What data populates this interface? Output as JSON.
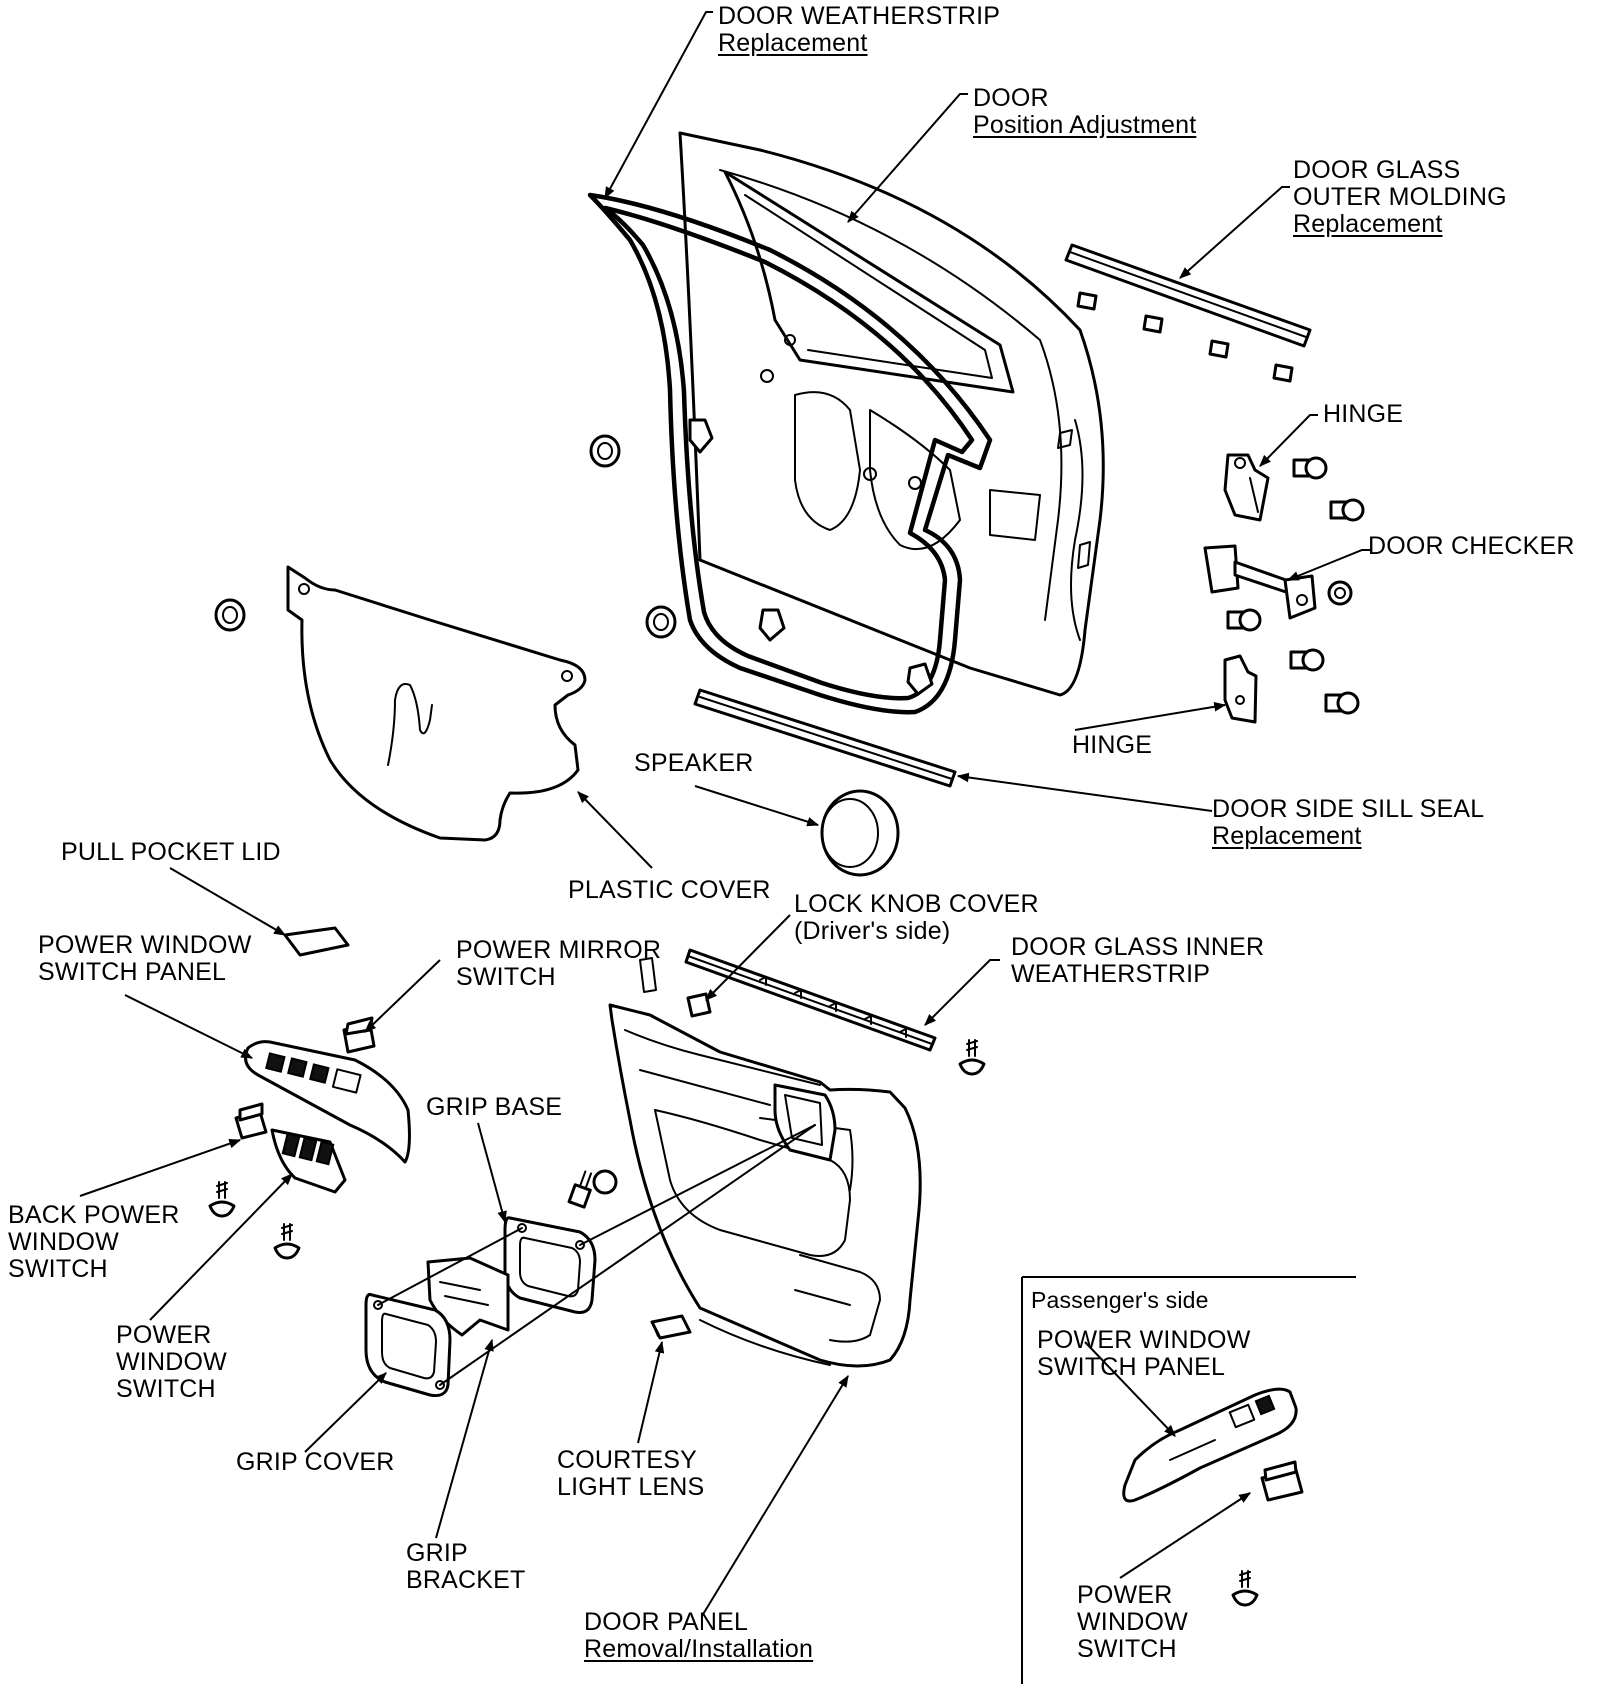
{
  "labels": {
    "door_weatherstrip": [
      "DOOR WEATHERSTRIP",
      "Replacement"
    ],
    "door": [
      "DOOR",
      "Position Adjustment"
    ],
    "outer_molding": [
      "DOOR GLASS",
      "OUTER MOLDING",
      "Replacement"
    ],
    "hinge_upper": "HINGE",
    "door_checker": "DOOR CHECKER",
    "hinge_lower": "HINGE",
    "speaker": "SPEAKER",
    "sill_seal": [
      "DOOR SIDE SILL SEAL",
      "Replacement"
    ],
    "pull_pocket_lid": "PULL POCKET LID",
    "plastic_cover": "PLASTIC COVER",
    "lock_knob_cover": [
      "LOCK KNOB COVER",
      "(Driver's side)"
    ],
    "pw_switch_panel": [
      "POWER WINDOW",
      "SWITCH PANEL"
    ],
    "power_mirror_switch": [
      "POWER MIRROR",
      "SWITCH"
    ],
    "inner_weatherstrip": [
      "DOOR GLASS INNER",
      "WEATHERSTRIP"
    ],
    "grip_base": "GRIP BASE",
    "back_pw_switch": [
      "BACK POWER",
      "WINDOW",
      "SWITCH"
    ],
    "pw_switch": [
      "POWER",
      "WINDOW",
      "SWITCH"
    ],
    "grip_cover": "GRIP COVER",
    "courtesy_light_lens": [
      "COURTESY",
      "LIGHT LENS"
    ],
    "grip_bracket": [
      "GRIP",
      "BRACKET"
    ],
    "door_panel": [
      "DOOR PANEL",
      "Removal/Installation"
    ]
  },
  "passenger_inset": {
    "title": "Passenger's side",
    "pw_switch_panel": [
      "POWER WINDOW",
      "SWITCH PANEL"
    ],
    "pw_switch": [
      "POWER",
      "WINDOW",
      "SWITCH"
    ]
  }
}
